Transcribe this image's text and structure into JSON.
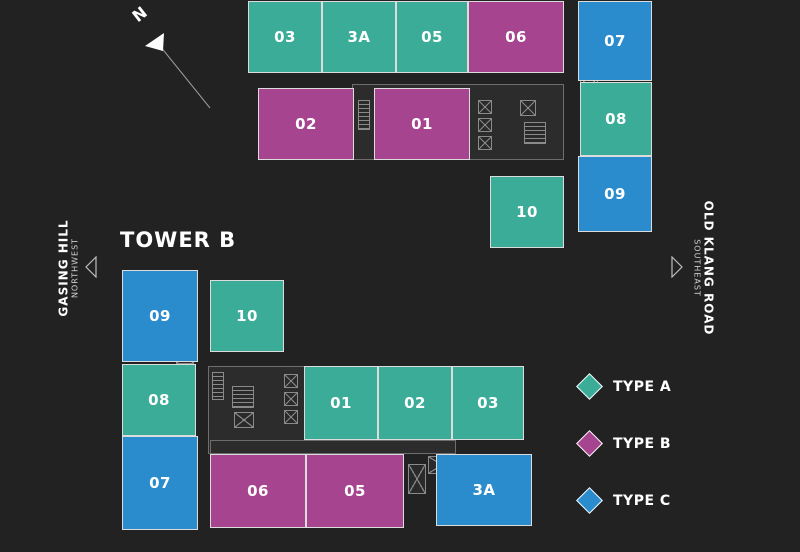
{
  "compass": {
    "letter": "N"
  },
  "tower_b": {
    "title": "TOWER B"
  },
  "directions": {
    "left": {
      "name": "GASING HILL",
      "sub": "NORTHWEST"
    },
    "right": {
      "name": "OLD KLANG ROAD",
      "sub": "SOUTHEAST"
    }
  },
  "units": {
    "top": {
      "u03": "03",
      "u3a": "3A",
      "u05": "05",
      "u06": "06",
      "u07": "07",
      "u02": "02",
      "u01": "01",
      "u08": "08",
      "u09": "09",
      "u10": "10"
    },
    "bottom": {
      "u09": "09",
      "u10": "10",
      "u08": "08",
      "u01": "01",
      "u02": "02",
      "u03": "03",
      "u07": "07",
      "u06": "06",
      "u05": "05",
      "u3a": "3A"
    }
  },
  "legend": [
    {
      "label": "TYPE A",
      "color": "#3aac98"
    },
    {
      "label": "TYPE B",
      "color": "#a7448f"
    },
    {
      "label": "TYPE C",
      "color": "#2a8ccc"
    }
  ]
}
